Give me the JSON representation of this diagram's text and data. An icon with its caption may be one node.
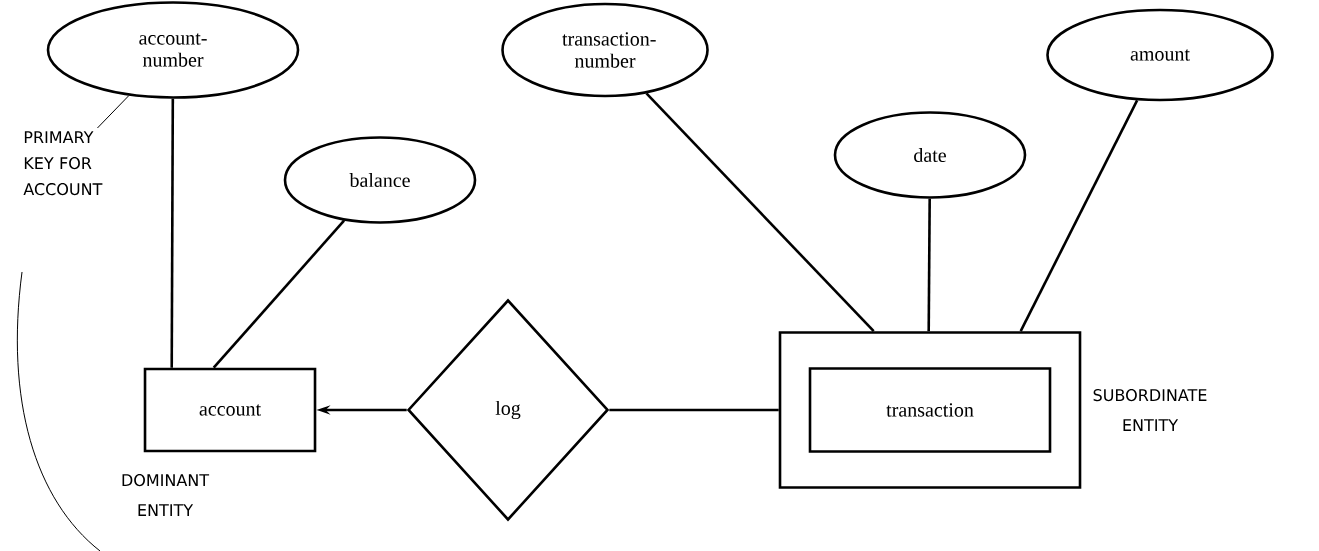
{
  "diagram": {
    "nodes": [
      {
        "text": [
          "account- number"
        ]
      },
      {
        "text": [
          "balance"
        ]
      },
      {
        "text": [
          "transaction- number"
        ]
      },
      {
        "text": [
          "date"
        ]
      },
      {
        "text": [
          "amount"
        ]
      },
      {
        "text": [
          "account"
        ],
        "beside": [
          "DOMINANT ENTITY"
        ]
      },
      {
        "text": [
          "log"
        ]
      },
      {
        "text": [
          "transaction"
        ],
        "beside": [
          "SUBORDINATE ENTITY"
        ]
      },
      {
        "text": [
          "PRIMARY KEY FOR ACCOUNT"
        ]
      }
    ],
    "edges": [
      {
        "from": 0,
        "to": 5,
        "arrow": "none"
      },
      {
        "from": 1,
        "to": 5,
        "arrow": "none"
      },
      {
        "from": 2,
        "to": 7,
        "arrow": "none"
      },
      {
        "from": 3,
        "to": 7,
        "arrow": "none"
      },
      {
        "from": 4,
        "to": 7,
        "arrow": "none"
      },
      {
        "from": 6,
        "to": 5,
        "arrow": "to"
      },
      {
        "from": 6,
        "to": 7,
        "arrow": "none"
      },
      {
        "from": 8,
        "to": 0,
        "arrow": "none"
      }
    ]
  }
}
